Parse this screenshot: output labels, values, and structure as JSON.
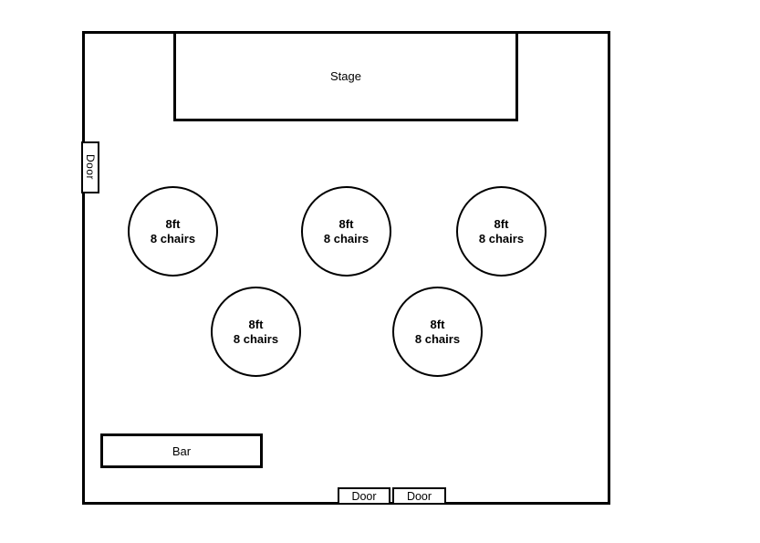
{
  "colors": {
    "line": "#000000",
    "background": "#ffffff",
    "text": "#000000"
  },
  "room": {
    "stage": {
      "label": "Stage"
    },
    "side_door": {
      "label": "Door"
    },
    "tables": [
      {
        "label": "8ft\n8 chairs"
      },
      {
        "label": "8ft\n8 chairs"
      },
      {
        "label": "8ft\n8 chairs"
      },
      {
        "label": "8ft\n8 chairs"
      },
      {
        "label": "8ft\n8 chairs"
      }
    ],
    "bar": {
      "label": "Bar"
    },
    "exit_doors": [
      {
        "label": "Door"
      },
      {
        "label": "Door"
      }
    ]
  }
}
